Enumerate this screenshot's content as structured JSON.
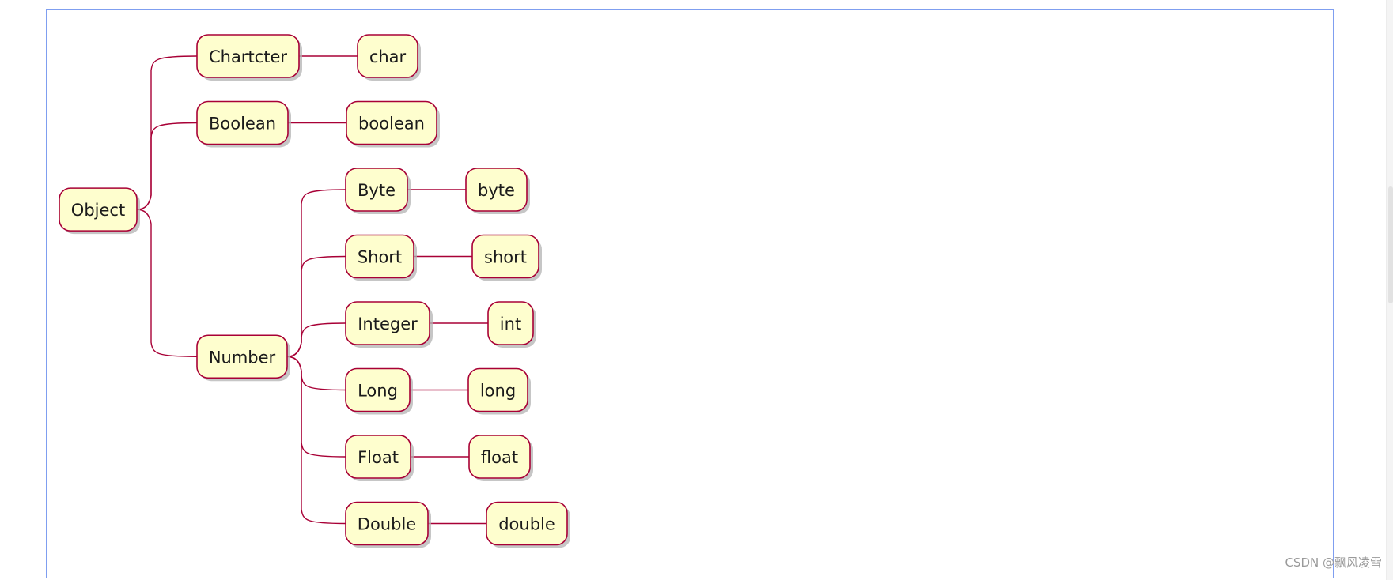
{
  "mindmap": {
    "root": "Object",
    "branches": [
      {
        "label": "Chartcter",
        "children": [
          "char"
        ]
      },
      {
        "label": "Boolean",
        "children": [
          "boolean"
        ]
      },
      {
        "label": "Number",
        "children": [
          {
            "label": "Byte",
            "children": [
              "byte"
            ]
          },
          {
            "label": "Short",
            "children": [
              "short"
            ]
          },
          {
            "label": "Integer",
            "children": [
              "int"
            ]
          },
          {
            "label": "Long",
            "children": [
              "long"
            ]
          },
          {
            "label": "Float",
            "children": [
              "float"
            ]
          },
          {
            "label": "Double",
            "children": [
              "double"
            ]
          }
        ]
      }
    ]
  },
  "watermark": "CSDN @飘风凌雪",
  "colors": {
    "node_fill": "#fefece",
    "node_border": "#a80036",
    "edge": "#a80036",
    "frame_border": "#7f9ef0"
  }
}
